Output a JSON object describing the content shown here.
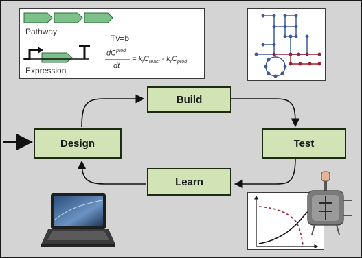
{
  "cycle": {
    "build": "Build",
    "design": "Design",
    "test": "Test",
    "learn": "Learn"
  },
  "model_panel": {
    "pathway_label": "Pathway",
    "expression_label": "Expression",
    "flux_equation": "Tv=b",
    "ode_numerator": "dC",
    "ode_numerator_sup": "prod",
    "ode_denominator": "dt",
    "ode_rhs_k1": "= k",
    "ode_rhs_k1_sub": "f",
    "ode_rhs_c1": "C",
    "ode_rhs_c1_sub": "react",
    "ode_rhs_minus": " - k",
    "ode_rhs_k2_sub": "r",
    "ode_rhs_c2": "C",
    "ode_rhs_c2_sub": "prod"
  },
  "colors": {
    "box_fill": "#d2e3b5",
    "box_border": "#1e2b14",
    "background": "#d4d4d4",
    "gene_green": "#7cc08a",
    "network_blue": "#3b5a9a",
    "network_red": "#9a2030"
  },
  "icons": {
    "laptop": "laptop-icon",
    "bioreactor": "bioreactor-icon",
    "network": "metabolic-network-icon",
    "curve_plot": "kinetics-plot-icon"
  }
}
